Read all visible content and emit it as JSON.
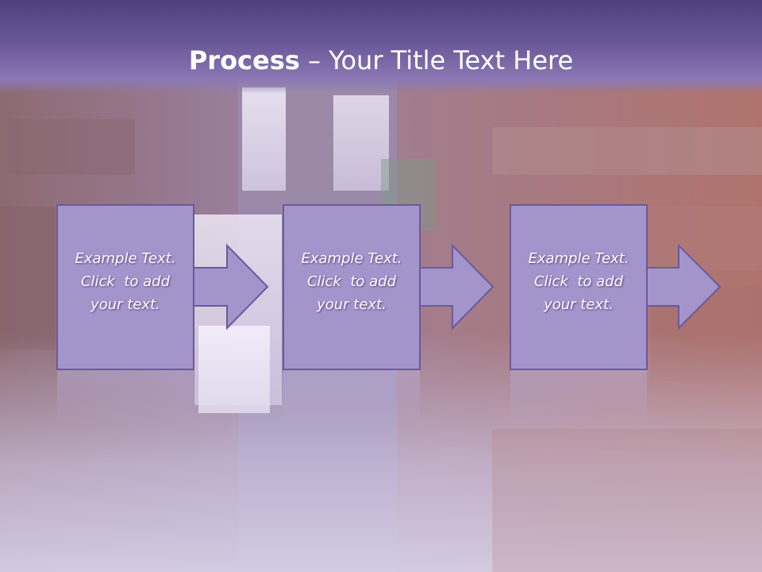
{
  "title": {
    "bold_part": "Process",
    "separator": " – ",
    "rest": "Your Title Text Here"
  },
  "steps": [
    {
      "line1": "Example Text.",
      "line2": "Click  to add",
      "line3": "your text."
    },
    {
      "line1": "Example Text.",
      "line2": "Click  to add",
      "line3": "your text."
    },
    {
      "line1": "Example Text.",
      "line2": "Click  to add",
      "line3": "your text."
    }
  ],
  "colors": {
    "header": "#5f4d8c",
    "box_fill": "#a394cc",
    "box_stroke": "#6c5a98",
    "text": "#ffffff"
  },
  "icons": [
    "right-arrow-icon"
  ]
}
